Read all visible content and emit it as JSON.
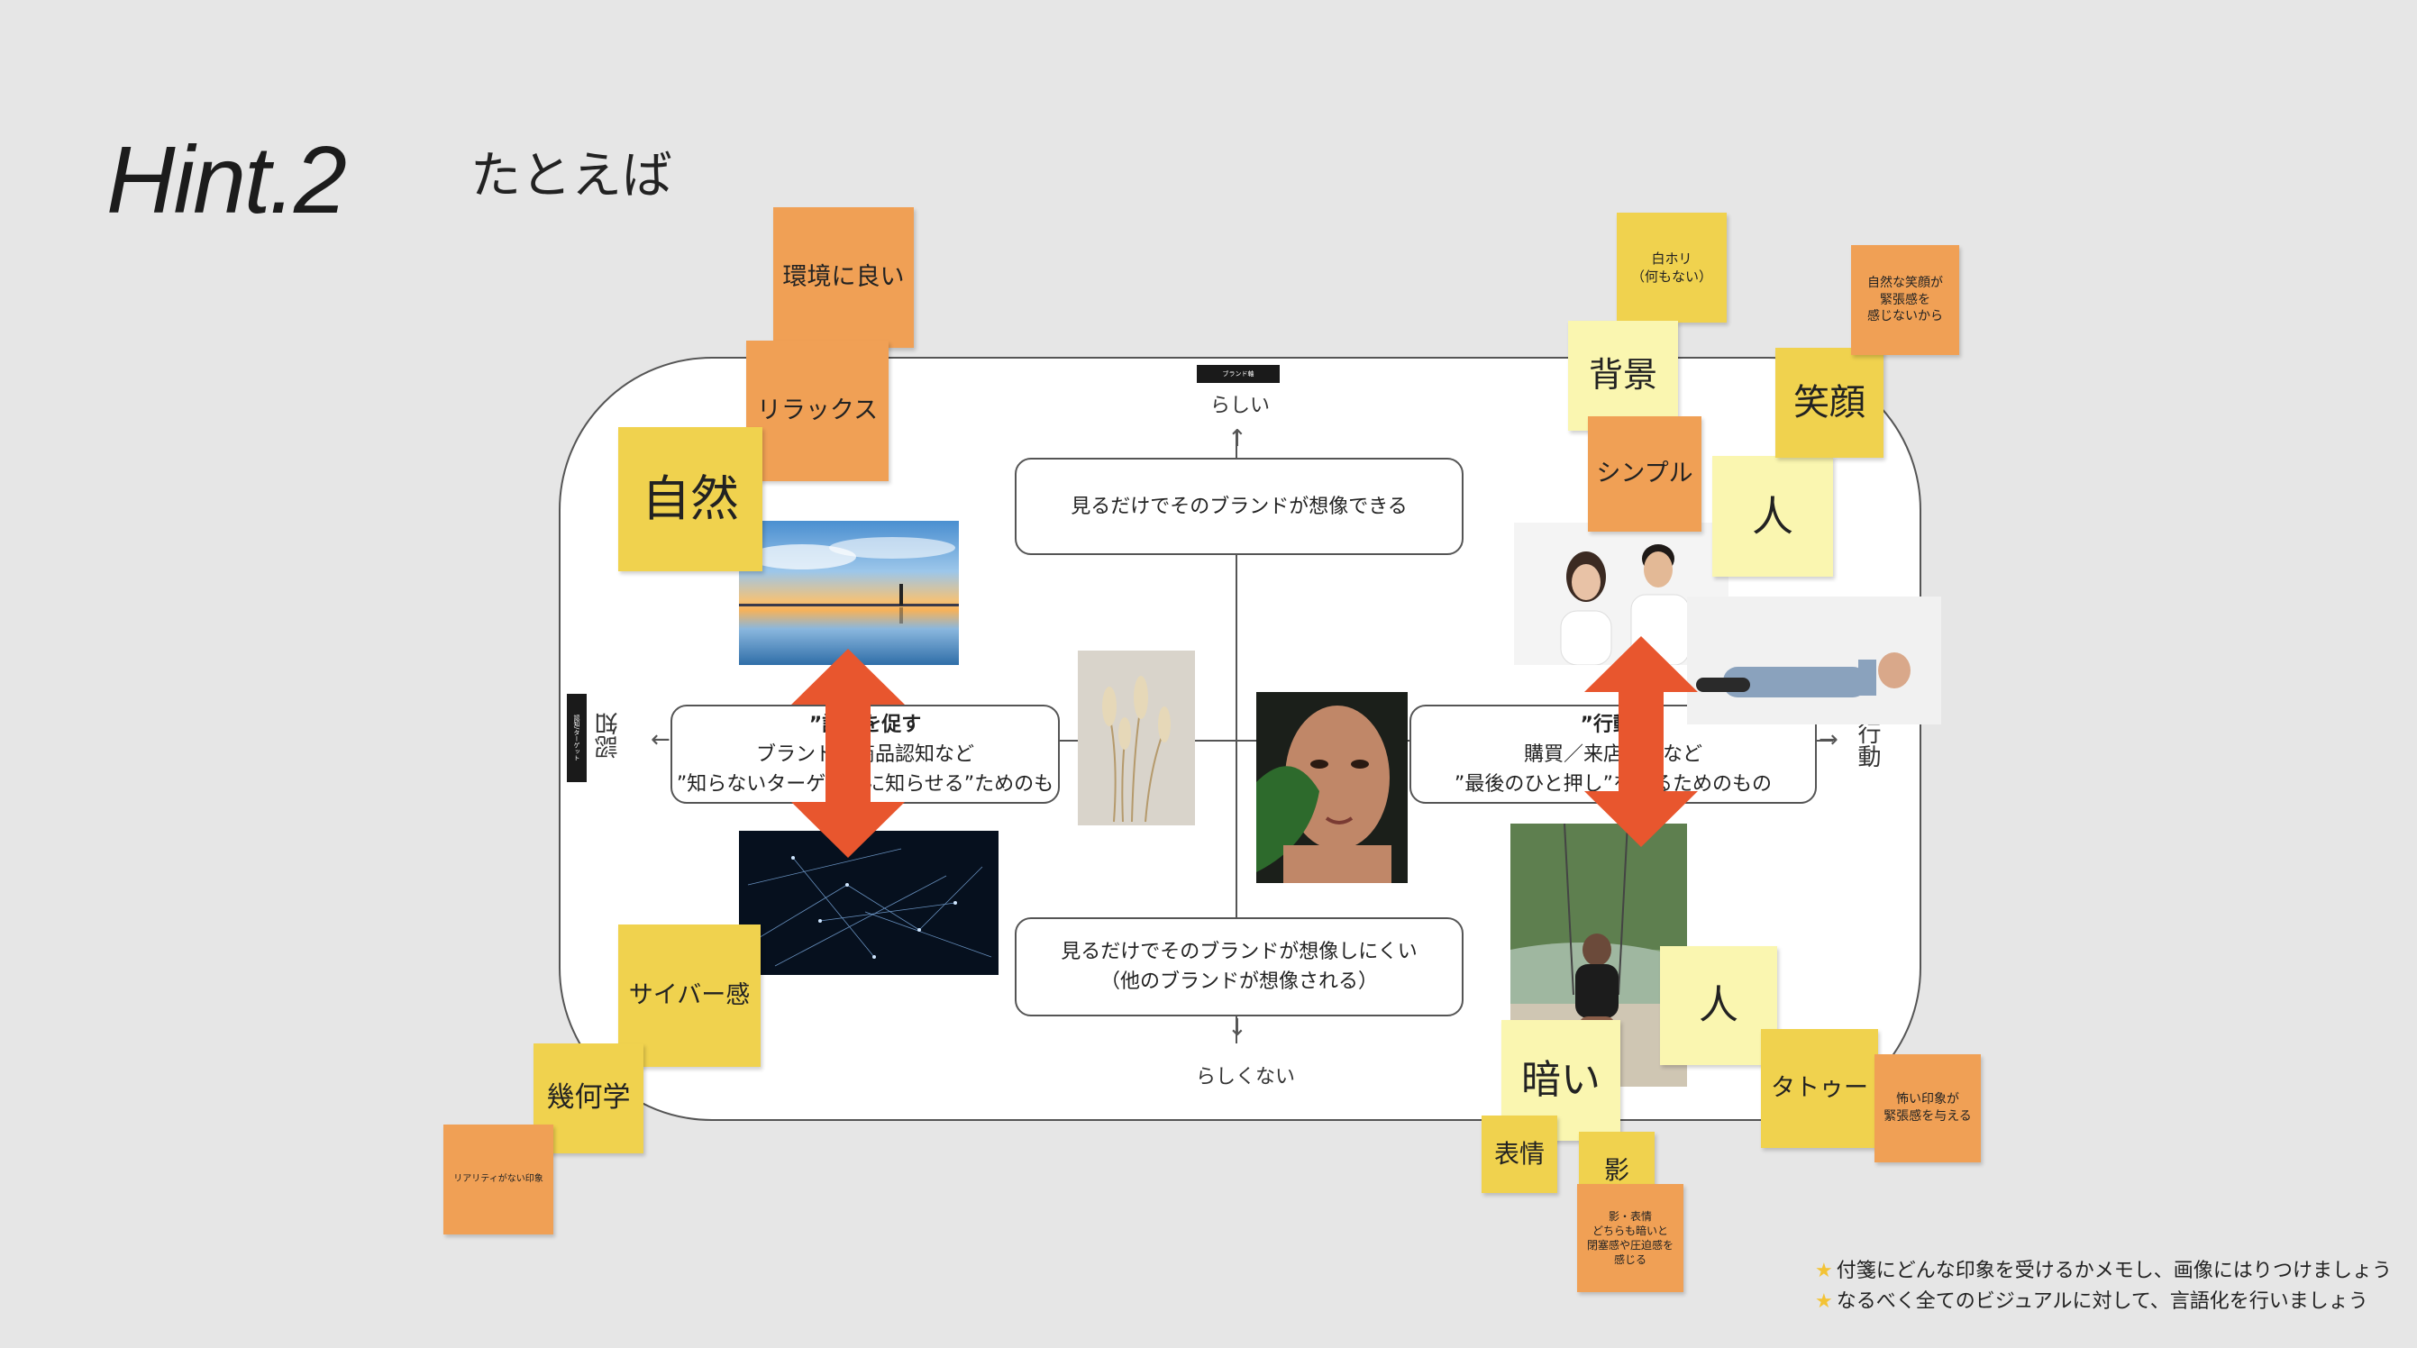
{
  "header": {
    "title": "Hint.2",
    "subtitle": "たとえば"
  },
  "board": {
    "top_tag": "ブランド軸",
    "left_tag": "認知/ターゲット",
    "top_axis": "らしい",
    "bottom_axis": "らしくない",
    "left_axis": "認知",
    "right_axis": "行動",
    "top_box": "見るだけでそのブランドが想像できる",
    "bottom_box_line1": "見るだけでそのブランドが想像しにくい",
    "bottom_box_line2": "（他のブランドが想像される）",
    "left_box_title": "”認知を促す",
    "left_box_line1": "ブランドや商品認知など",
    "left_box_line2": "”知らないターゲットに知らせる”ためのも",
    "right_box_title": "”行動”",
    "right_box_line1": "購買／来店促進など",
    "right_box_line2": "”最後のひと押し”をするためのもの"
  },
  "notes": {
    "kankyo": "環境に良い",
    "relax": "リラックス",
    "shizen": "自然",
    "cyber": "サイバー感",
    "kika": "幾何学",
    "reality": "リアリティがない印象",
    "shirohori": "白ホリ\n（何もない）",
    "haikei": "背景",
    "simple": "シンプル",
    "hito_top": "人",
    "egao": "笑顔",
    "shizen_egao": "自然な笑顔が\n緊張感を\n感じないから",
    "hito_bottom": "人",
    "kurai": "暗い",
    "hyojo": "表情",
    "kage": "影",
    "kage_hyojo": "影・表情\nどちらも暗いと\n閉塞感や圧迫感を\n感じる",
    "tattoo": "タトゥー",
    "kowai": "怖い印象が\n緊張感を与える"
  },
  "photos": {
    "sunset": "夕焼けと湖の写真",
    "network": "ネットワークの写真",
    "pampas": "パンパスグラスの写真",
    "face": "女性の顔の写真",
    "couple": "男女の写真",
    "lying_man": "横たわる男性の写真",
    "swing": "ブランコの女性の写真"
  },
  "footer": {
    "line1": "付箋にどんな印象を受けるかメモし、画像にはりつけましょう",
    "line2": "なるべく全てのビジュアルに対して、言語化を行いましょう"
  },
  "colors": {
    "background": "#e6e6e6",
    "note_yellow": "#f0d24e",
    "note_light_yellow": "#faf6b0",
    "note_orange": "#f0a055",
    "arrow_red": "#e8562e"
  }
}
